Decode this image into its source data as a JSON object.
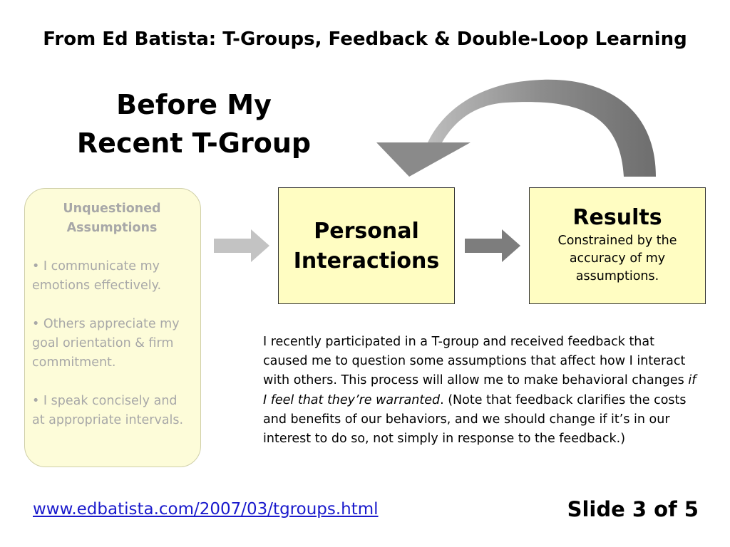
{
  "header": {
    "title": "From Ed Batista: T-Groups, Feedback & Double-Loop Learning"
  },
  "heading": {
    "line1": "Before My",
    "line2": "Recent T-Group"
  },
  "assumptions": {
    "title_line1": "Unquestioned",
    "title_line2": "Assumptions",
    "items": [
      "• I communicate my emotions effectively.",
      "• Others appreciate my goal orientation & firm commitment.",
      "• I speak concisely and at appropriate intervals."
    ],
    "color_text": "#a8a8a8",
    "color_fill": "#fdfcd9"
  },
  "personal_box": {
    "line1": "Personal",
    "line2": "Interactions"
  },
  "results_box": {
    "title": "Results",
    "desc": "Constrained by the accuracy of my assumptions."
  },
  "description": {
    "before": "I recently participated in a T-group and received feedback that caused me to question some assumptions that affect how I interact with others.  This process will allow me to make behavioral changes ",
    "emphasis": "if I feel that they’re warranted",
    "after": ". (Note that feedback clarifies the costs and benefits of our behaviors, and we should change if it’s in our interest to do so, not simply in response to the feedback.)"
  },
  "footer": {
    "link_text": "www.edbatista.com/2007/03/tgroups.html",
    "slide_counter": "Slide 3 of 5"
  },
  "colors": {
    "box_fill": "#fffdc2",
    "link": "#1a1acc"
  }
}
